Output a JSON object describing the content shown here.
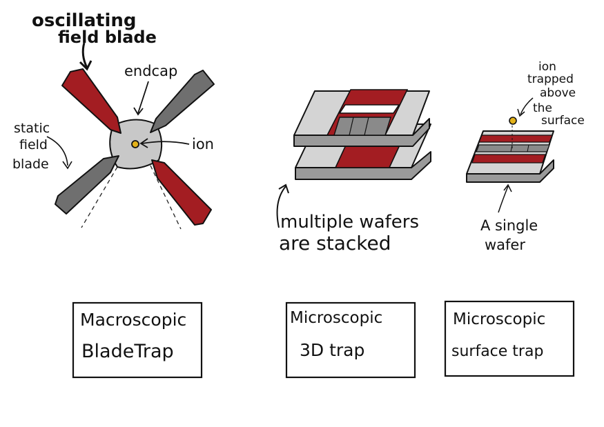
{
  "panels": {
    "blade_trap": {
      "labels": {
        "oscillating_line1": "oscillating",
        "oscillating_line2": "field blade",
        "endcap": "endcap",
        "static_line1": "static",
        "static_line2": "field",
        "static_line3": "blade",
        "ion": "ion"
      },
      "box": {
        "line1": "Macroscopic",
        "line2": "BladeTrap"
      }
    },
    "trap_3d": {
      "labels": {
        "note_line1": "multiple wafers",
        "note_line2": "are stacked"
      },
      "box": {
        "line1": "Microscopic",
        "line2": "3D trap"
      }
    },
    "surface_trap": {
      "labels": {
        "ion_line1": "ion",
        "ion_line2": "trapped",
        "ion_line3": "above",
        "ion_line4": "the",
        "ion_line5": "surface",
        "wafer_line1": "A single",
        "wafer_line2": "wafer"
      },
      "box": {
        "line1": "Microscopic",
        "line2": "surface trap"
      }
    }
  },
  "colors": {
    "rf_blade": "#a31d22",
    "static_blade": "#6f6f6f",
    "endcap": "#c8c8c8",
    "ion": "#e3b21a",
    "wafer_top": "#d4d4d4",
    "wafer_side": "#9a9a9a",
    "ink": "#111111"
  }
}
